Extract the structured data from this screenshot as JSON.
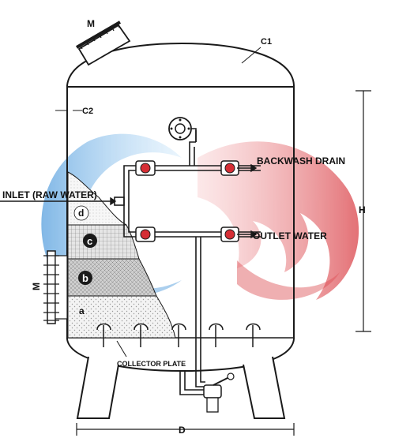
{
  "labels": {
    "manhole_top": "M",
    "c1": "C1",
    "c2": "C2",
    "backwash_drain": "BACKWASH DRAIN",
    "inlet": "INLET (RAW WATER)",
    "outlet": "OUTLET WATER",
    "height": "H",
    "diameter": "D",
    "manhole_side": "M",
    "collector_plate": "COLLECTOR PLATE"
  },
  "layers": [
    {
      "key": "d",
      "label": "d"
    },
    {
      "key": "c",
      "label": "c"
    },
    {
      "key": "b",
      "label": "b"
    },
    {
      "key": "a",
      "label": "a"
    }
  ],
  "colors": {
    "outline": "#1a1a1a",
    "fill_layer_b": "#bfbfbf",
    "fill_layer_c": "#d9d9d9",
    "logo_red": "#d62e35",
    "logo_blue": "#3a8fd8"
  }
}
